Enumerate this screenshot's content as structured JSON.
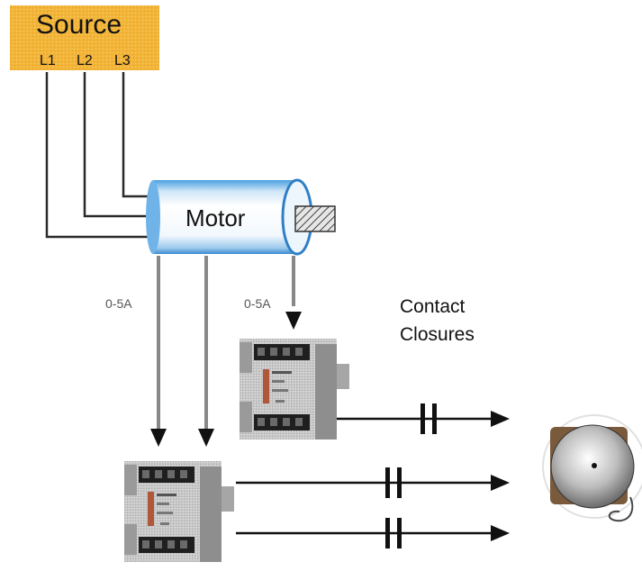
{
  "source": {
    "title": "Source",
    "lines": [
      "L1",
      "L2",
      "L3"
    ],
    "color": "#f2b53a"
  },
  "motor": {
    "label": "Motor"
  },
  "current_labels": {
    "left": "0-5A",
    "right": "0-5A"
  },
  "contacts": {
    "line1": "Contact",
    "line2": "Closures"
  },
  "icons": {
    "motor": "motor-cylinder-icon",
    "shaft": "motor-shaft-icon",
    "relay": "current-relay-module-icon",
    "contact": "contact-closure-icon",
    "alarm": "alarm-bell-icon"
  },
  "colors": {
    "wire": "#2a2a2a",
    "current_wire": "#888888",
    "relay_body": "#c9c9c9"
  }
}
